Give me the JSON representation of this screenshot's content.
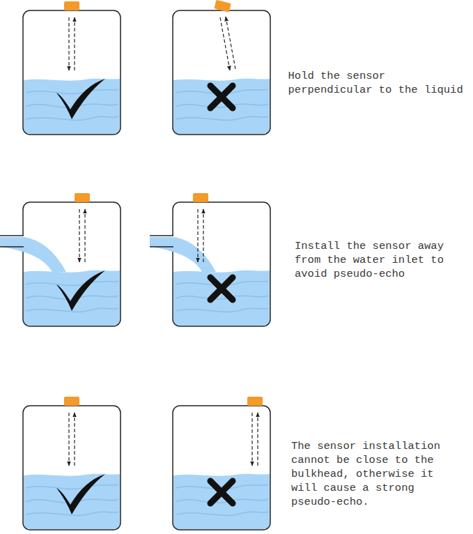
{
  "diagram": {
    "labels": [
      "Hold the sensor perpendicular to the liquid",
      "Install the sensor away from the water inlet to avoid pseudo-echo",
      "The sensor installation cannot be close to the bulkhead, otherwise it will cause a strong pseudo-echo."
    ]
  }
}
